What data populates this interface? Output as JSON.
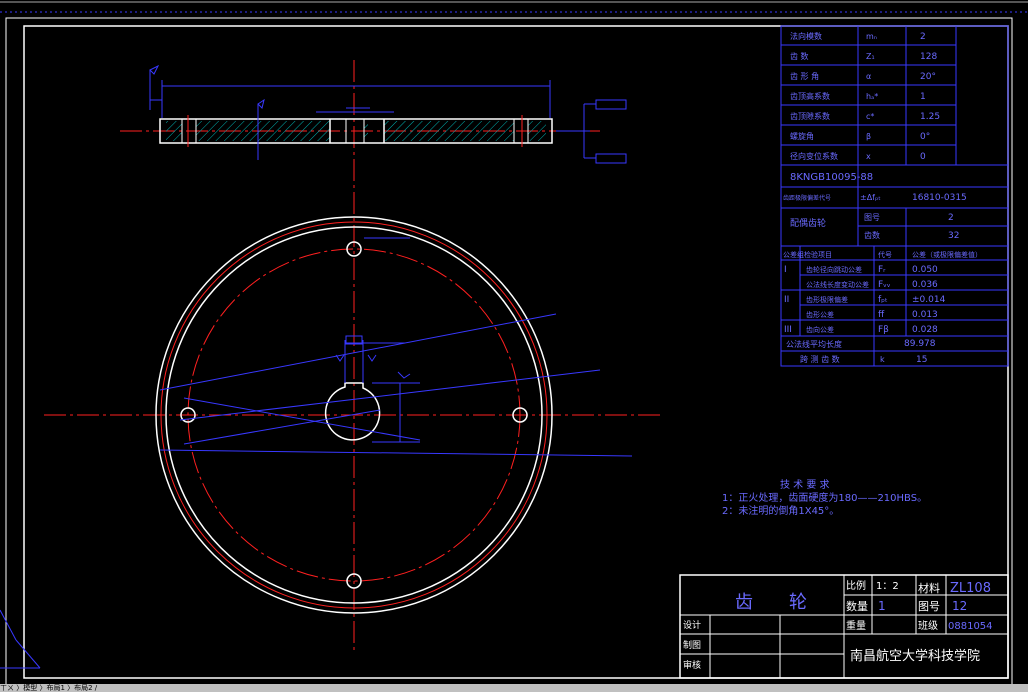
{
  "gear_table": [
    [
      "法向模数",
      "mₙ",
      "2"
    ],
    [
      "齿 数",
      "Z₁",
      "128"
    ],
    [
      "齿 形 角",
      "α",
      "20°"
    ],
    [
      "齿顶高系数",
      "hₐ*",
      "1"
    ],
    [
      "齿顶隙系数",
      "c*",
      "1.25"
    ],
    [
      "螺旋角",
      "β",
      "0°"
    ],
    [
      "径向变位系数",
      "x",
      "0"
    ]
  ],
  "precision": "8KNGB10095-88",
  "pitch_tolerance_label": "齿距极限偏差代号",
  "pitch_tolerance_symbol": "±Δfₚₜ",
  "pitch_tolerance_value": "16810-0315",
  "mating_gear": {
    "label": "配偶齿轮",
    "rows": [
      [
        "图号",
        "2"
      ],
      [
        "齿数",
        "32"
      ]
    ]
  },
  "tolerance_header": [
    "公差组",
    "检验项目",
    "代号",
    "公差（或极限偏差值）"
  ],
  "tolerance_rows": [
    [
      "I",
      "齿轮径向跳动公差",
      "Fᵣ",
      "0.050"
    ],
    [
      "",
      "公法线长度变动公差",
      "Fᵥᵥ",
      "0.036"
    ],
    [
      "II",
      "齿形极限偏差",
      "fₚₜ",
      "±0.014"
    ],
    [
      "",
      "齿形公差",
      "ff",
      "0.013"
    ],
    [
      "III",
      "齿向公差",
      "Fβ",
      "0.028"
    ]
  ],
  "common_normal": [
    "公法线平均长度",
    "",
    "89.978"
  ],
  "teeth_span": [
    "跨 测 齿 数",
    "k",
    "15"
  ],
  "tech_req": {
    "title": "技 术 要 求",
    "lines": [
      "1：正火处理，齿面硬度为180——210HBS。",
      "2：未注明的倒角1X45°。"
    ]
  },
  "title_block": {
    "part_name": "齿　　轮",
    "scale_label": "比例",
    "scale": "1：2",
    "material_label": "材料",
    "material": "ZL108",
    "qty_label": "数量",
    "qty": "1",
    "drawing_no_label": "图号",
    "drawing_no": "12",
    "weight_label": "重量",
    "class_label": "班级",
    "class_no": "0881054",
    "design_label": "设计",
    "drafting_label": "制图",
    "review_label": "审核",
    "school": "南昌航空大学科技学院"
  },
  "status_text": "ㄒㄨ 〉模型 〉布局1 〉布局2 /",
  "colors": {
    "outline": "#ffffff",
    "centerline": "#ff2020",
    "dimension": "#3838ff",
    "hatch": "#00b4b4",
    "table_line": "#3838ff"
  }
}
